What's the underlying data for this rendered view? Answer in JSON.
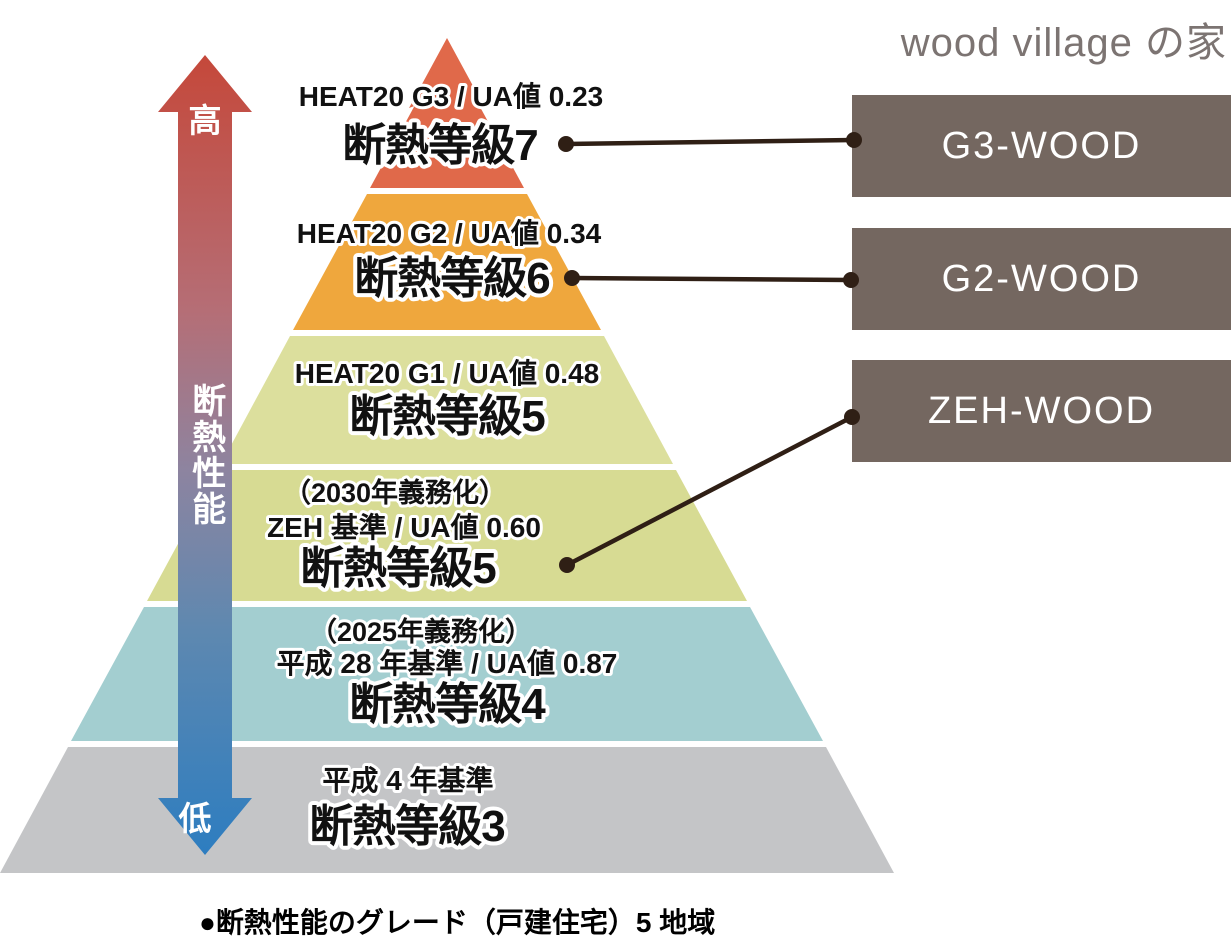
{
  "title": "wood village の家",
  "caption": "●断熱性能のグレード（戸建住宅）5 地域",
  "axis": {
    "high": "高",
    "low": "低",
    "label": "断熱性能"
  },
  "pyramid": {
    "levels": [
      {
        "id": "grade7",
        "sub": "HEAT20 G3 / UA値 0.23",
        "label": "断熱等級7",
        "color": "#e0694a"
      },
      {
        "id": "grade6",
        "sub": "HEAT20 G2 / UA値 0.34",
        "label": "断熱等級6",
        "color": "#efa73d"
      },
      {
        "id": "grade5-g1",
        "sub": "HEAT20 G1 / UA値 0.48",
        "label": "断熱等級5",
        "color": "#dcdf9d"
      },
      {
        "id": "grade5-zeh",
        "note": "（2030年義務化）",
        "sub": "ZEH 基準 / UA値 0.60",
        "label": "断熱等級5",
        "color": "#d7db93"
      },
      {
        "id": "grade4",
        "note": "（2025年義務化）",
        "sub": "平成 28 年基準 / UA値 0.87",
        "label": "断熱等級4",
        "color": "#a3ced0"
      },
      {
        "id": "grade3",
        "sub": "平成 4 年基準",
        "label": "断熱等級3",
        "color": "#c4c5c7"
      }
    ]
  },
  "products": [
    {
      "id": "g3-wood",
      "label": "G3-WOOD"
    },
    {
      "id": "g2-wood",
      "label": "G2-WOOD"
    },
    {
      "id": "zeh-wood",
      "label": "ZEH-WOOD"
    }
  ],
  "colors": {
    "box": "#746760",
    "connector": "#2f1f15",
    "title": "#7c7472",
    "outline": "#ffffff",
    "arrow_stops": [
      "#c5483a",
      "#b56e76",
      "#8d84a0",
      "#5e88b0",
      "#2d7dc0"
    ]
  }
}
